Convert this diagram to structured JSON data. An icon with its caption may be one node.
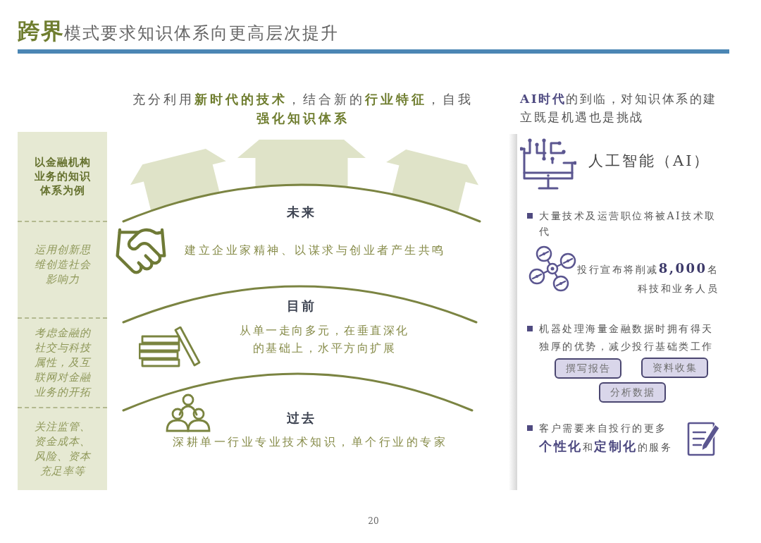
{
  "diagram": {
    "title": "**跨界**模式要求知识体系向更高层次提升",
    "nodes": [
      {
        "text": [
          "以金融机构业务的知识体系为例"
        ]
      },
      {
        "text": [
          "运用创新思维创造社会影响力"
        ]
      },
      {
        "text": [
          "考虑金融的社交与科技属性，及互联网对金融业务的开拓"
        ]
      },
      {
        "text": [
          "关注监管、资金成本、风险、资本充足率等"
        ]
      },
      {
        "text": [
          "撰写报告"
        ]
      },
      {
        "text": [
          "资料收集"
        ]
      },
      {
        "text": [
          "分析数据"
        ]
      }
    ],
    "labels": [
      "充分利用**新时代的技术**，结合新的**行业特征**，自我**强化知识体系**",
      "未来",
      "建立企业家精神、以谋求与创业者产生共鸣",
      "目前",
      "从单一走向多元，在垂直深化的基础上，水平方向扩展",
      "过去",
      "深耕单一行业专业技术知识，单个行业的专家",
      "**AI时代**的到临，对知识体系的建立既是机遇也是挑战",
      "人工智能（AI）",
      "大量技术及运营职位将被AI技术取代",
      "投行宣布将削减**8,000**名科技和业务人员",
      "机器处理海量金融数据时拥有得天独厚的优势，减少投行基础类工作",
      "客户需要来自投行的更多**个性化**和**定制化**的服务",
      "20"
    ]
  }
}
